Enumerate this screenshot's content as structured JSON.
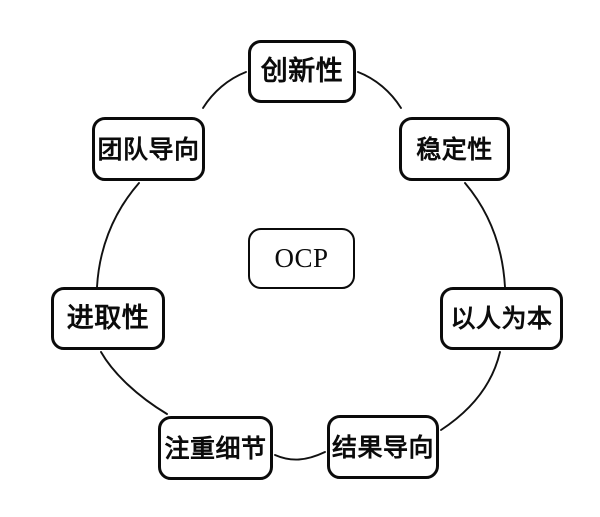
{
  "diagram": {
    "title_center": "OCP",
    "type": "cycle",
    "background_color": "#ffffff",
    "node_border_color": "#0b0b0b",
    "connector_color": "#111111",
    "center": {
      "label": "OCP",
      "name": "center-node"
    },
    "nodes": [
      {
        "id": "top",
        "label": "创新性",
        "position": "top",
        "angle_deg": 90
      },
      {
        "id": "top-right",
        "label": "稳定性",
        "position": "top-right",
        "angle_deg": 45
      },
      {
        "id": "right",
        "label": "以人为本",
        "position": "right",
        "angle_deg": 0
      },
      {
        "id": "bottom-right",
        "label": "结果导向",
        "position": "bottom-right",
        "angle_deg": 315
      },
      {
        "id": "bottom-left",
        "label": "注重细节",
        "position": "bottom-left",
        "angle_deg": 225
      },
      {
        "id": "left",
        "label": "进取性",
        "position": "left",
        "angle_deg": 180
      },
      {
        "id": "top-left",
        "label": "团队导向",
        "position": "top-left",
        "angle_deg": 135
      }
    ]
  }
}
